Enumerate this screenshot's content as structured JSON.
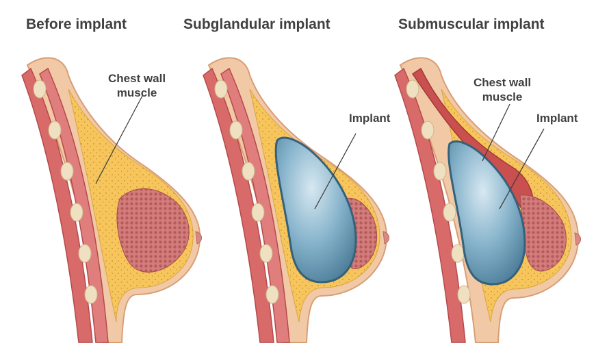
{
  "panels": [
    {
      "title": "Before implant",
      "labels": [
        "Chest wall\nmuscle"
      ]
    },
    {
      "title": "Subglandular implant",
      "labels": [
        "Implant"
      ]
    },
    {
      "title": "Submuscular implant",
      "labels": [
        "Chest wall\nmuscle",
        "Implant"
      ]
    }
  ],
  "colors": {
    "skin": "#f2c9a6",
    "skin_edge": "#d89e74",
    "fat": "#f6c65c",
    "fat_dot": "#c98a2e",
    "muscle": "#d96a6a",
    "muscle_dark": "#b44a4a",
    "rib": "#efe0c2",
    "gland": "#c76b6b",
    "implant": "#7aaac4",
    "implant_light": "#bcd8e6",
    "text": "#404040"
  }
}
